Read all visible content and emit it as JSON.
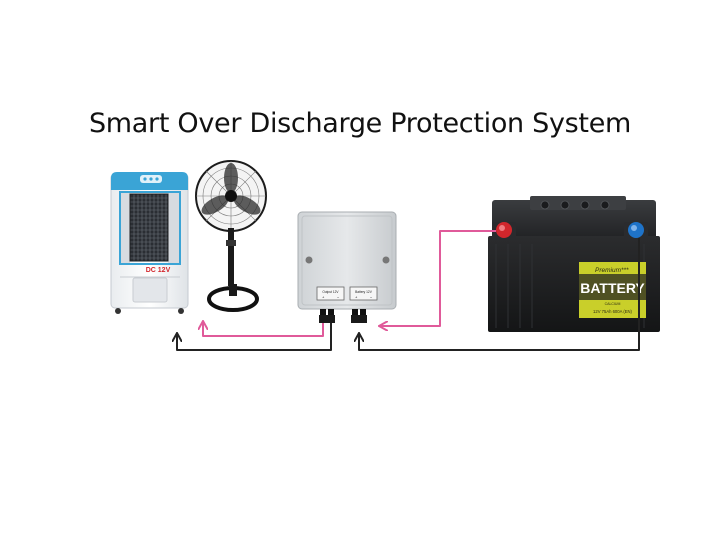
{
  "slide": {
    "title": "Smart Over Discharge Protection System"
  },
  "cooler": {
    "badge": "DC 12V"
  },
  "controller": {
    "output_label": "Output 12V",
    "battery_label": "Battery 12V"
  },
  "battery": {
    "premium_label": "Premium***",
    "brand_label": "BATTERY",
    "sub_label": "CALCIUM",
    "spec_label": "12V 75Ah 600A (EN)"
  },
  "colors": {
    "positive_wire": "#e05a9a",
    "negative_wire": "#222222",
    "battery_label_bg": "#c9cf2a",
    "cooler_accent": "#3aa4d6",
    "positive_terminal": "#d2262c",
    "negative_terminal": "#1e73c9"
  }
}
